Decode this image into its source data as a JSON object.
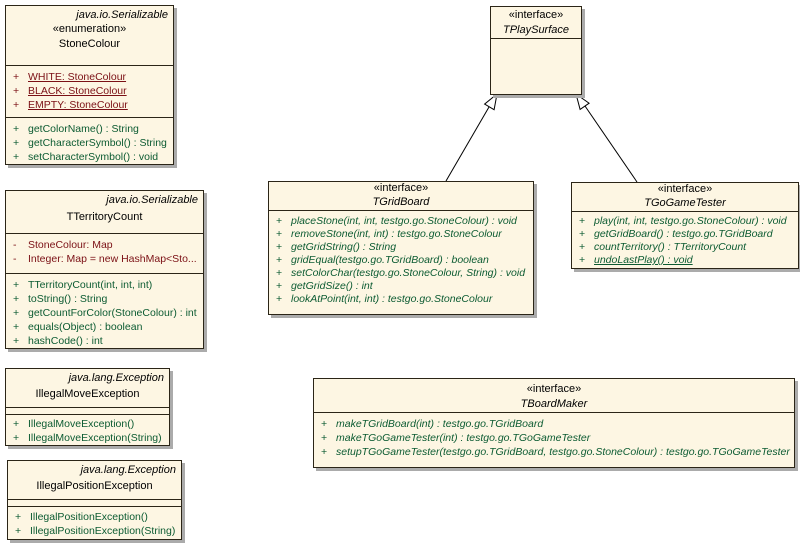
{
  "classes": {
    "stone": {
      "tag": "java.io.Serializable",
      "stereotype": "«enumeration»",
      "name": "StoneColour",
      "attributes": [
        {
          "vis": "+",
          "text": "WHITE: StoneColour",
          "underline": true
        },
        {
          "vis": "+",
          "text": "BLACK: StoneColour",
          "underline": true
        },
        {
          "vis": "+",
          "text": "EMPTY: StoneColour",
          "underline": true
        }
      ],
      "methods": [
        {
          "vis": "+",
          "text": "getColorName() : String"
        },
        {
          "vis": "+",
          "text": "getCharacterSymbol() : String"
        },
        {
          "vis": "+",
          "text": "setCharacterSymbol() : void"
        }
      ]
    },
    "territory": {
      "tag": "java.io.Serializable",
      "name": "TTerritoryCount",
      "attributes": [
        {
          "vis": "-",
          "text": "StoneColour:  Map"
        },
        {
          "vis": "-",
          "text": "Integer:  Map = new HashMap<Sto..."
        }
      ],
      "methods": [
        {
          "vis": "+",
          "text": "TTerritoryCount(int, int, int)"
        },
        {
          "vis": "+",
          "text": "toString() : String"
        },
        {
          "vis": "+",
          "text": "getCountForColor(StoneColour) : int"
        },
        {
          "vis": "+",
          "text": "equals(Object) : boolean"
        },
        {
          "vis": "+",
          "text": "hashCode() : int"
        }
      ]
    },
    "illmove": {
      "tag": "java.lang.Exception",
      "name": "IllegalMoveException",
      "methods": [
        {
          "vis": "+",
          "text": "IllegalMoveException()"
        },
        {
          "vis": "+",
          "text": "IllegalMoveException(String)"
        }
      ]
    },
    "illpos": {
      "tag": "java.lang.Exception",
      "name": "IllegalPositionException",
      "methods": [
        {
          "vis": "+",
          "text": "IllegalPositionException()"
        },
        {
          "vis": "+",
          "text": "IllegalPositionException(String)"
        }
      ]
    },
    "surface": {
      "stereotype": "«interface»",
      "name": "TPlaySurface"
    },
    "grid": {
      "stereotype": "«interface»",
      "name": "TGridBoard",
      "methods": [
        {
          "vis": "+",
          "text": "placeStone(int, int, testgo.go.StoneColour) : void"
        },
        {
          "vis": "+",
          "text": "removeStone(int, int) : testgo.go.StoneColour"
        },
        {
          "vis": "+",
          "text": "getGridString() : String"
        },
        {
          "vis": "+",
          "text": "gridEqual(testgo.go.TGridBoard) : boolean"
        },
        {
          "vis": "+",
          "text": "setColorChar(testgo.go.StoneColour, String) : void"
        },
        {
          "vis": "+",
          "text": "getGridSize() : int"
        },
        {
          "vis": "+",
          "text": "lookAtPoint(int, int) : testgo.go.StoneColour"
        }
      ]
    },
    "tester": {
      "stereotype": "«interface»",
      "name": "TGoGameTester",
      "methods": [
        {
          "vis": "+",
          "text": "play(int, int, testgo.go.StoneColour) : void"
        },
        {
          "vis": "+",
          "text": "getGridBoard() : testgo.go.TGridBoard"
        },
        {
          "vis": "+",
          "text": "countTerritory() : TTerritoryCount"
        },
        {
          "vis": "+",
          "text": "undoLastPlay() : void",
          "underline": true
        }
      ]
    },
    "maker": {
      "stereotype": "«interface»",
      "name": "TBoardMaker",
      "methods": [
        {
          "vis": "+",
          "text": "makeTGridBoard(int) : testgo.go.TGridBoard"
        },
        {
          "vis": "+",
          "text": "makeTGoGameTester(int) : testgo.go.TGoGameTester"
        },
        {
          "vis": "+",
          "text": "setupTGoGameTester(testgo.go.TGridBoard, testgo.go.StoneColour) : testgo.go.TGoGameTester"
        }
      ]
    }
  },
  "relations": [
    {
      "from": "TGridBoard",
      "to": "TPlaySurface",
      "type": "generalization"
    },
    {
      "from": "TGoGameTester",
      "to": "TPlaySurface",
      "type": "generalization"
    }
  ],
  "colors": {
    "box_fill": "#FDF6E3",
    "box_border": "#2B2517",
    "attribute_text": "#7B1015",
    "method_text": "#0C5B32",
    "shadow": "#ABABAB"
  }
}
